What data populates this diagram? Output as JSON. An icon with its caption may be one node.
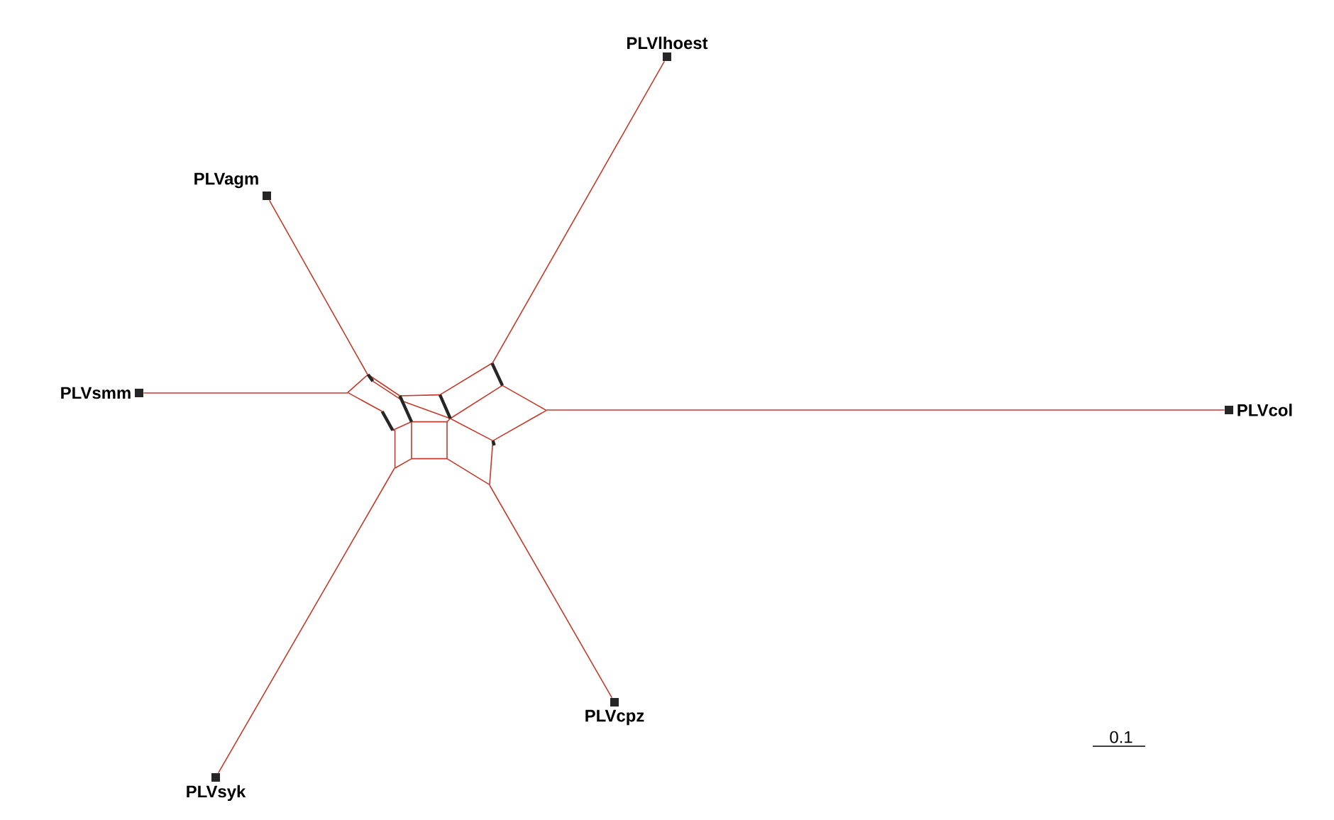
{
  "diagram": {
    "nodes": [
      {
        "text": [
          "PLVlhoest"
        ]
      },
      {
        "text": [
          "PLVagm"
        ]
      },
      {
        "text": [
          "PLVsmm"
        ]
      },
      {
        "text": [
          "PLVcol"
        ]
      },
      {
        "text": [
          "PLVcpz"
        ]
      },
      {
        "text": [
          "PLVsyk"
        ]
      },
      {
        "text": [],
        "shape": "picture"
      }
    ],
    "edges": [
      {
        "from": 0,
        "to": 6,
        "arrow": "none"
      },
      {
        "from": 1,
        "to": 6,
        "arrow": "none"
      },
      {
        "from": 2,
        "to": 6,
        "arrow": "none"
      },
      {
        "from": 3,
        "to": 6,
        "arrow": "none"
      },
      {
        "from": 4,
        "to": 6,
        "arrow": "none"
      },
      {
        "from": 5,
        "to": 6,
        "arrow": "none"
      }
    ],
    "labels": [
      "0.1"
    ]
  }
}
